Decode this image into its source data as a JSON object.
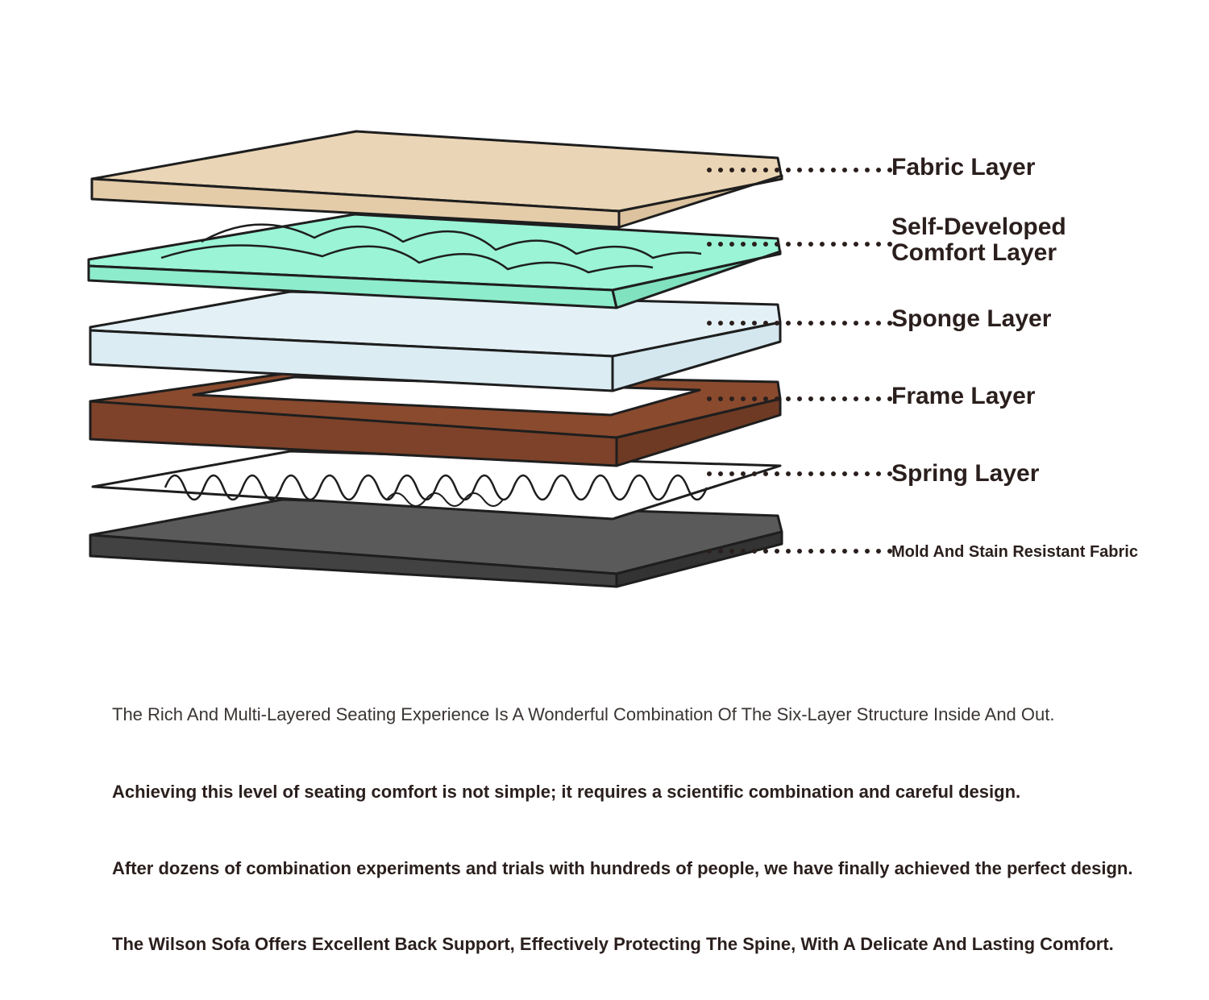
{
  "diagram": {
    "layers": [
      {
        "id": "fabric",
        "label": "Fabric Layer",
        "color": "#ead5b6"
      },
      {
        "id": "comfort",
        "label": "Self-Developed\nComfort Layer",
        "color": "#98f3d3"
      },
      {
        "id": "sponge",
        "label": "Sponge Layer",
        "color": "#e1f0f6"
      },
      {
        "id": "frame",
        "label": "Frame Layer",
        "color": "#8a4a2e"
      },
      {
        "id": "spring",
        "label": "Spring Layer",
        "color": "#ffffff"
      },
      {
        "id": "base",
        "label": "Mold And Stain Resistant Fabric",
        "color": "#505050"
      }
    ]
  },
  "description": {
    "line1": "The Rich And Multi-Layered Seating Experience Is A Wonderful Combination Of The Six-Layer Structure Inside And Out.",
    "line2": "Achieving this level of seating comfort is not simple; it requires a scientific combination and careful design.",
    "line3": "After dozens of combination experiments and trials with hundreds of people, we have finally achieved the perfect design.",
    "line4": "The Wilson Sofa Offers Excellent Back Support, Effectively Protecting The Spine, With A Delicate And Lasting Comfort."
  }
}
